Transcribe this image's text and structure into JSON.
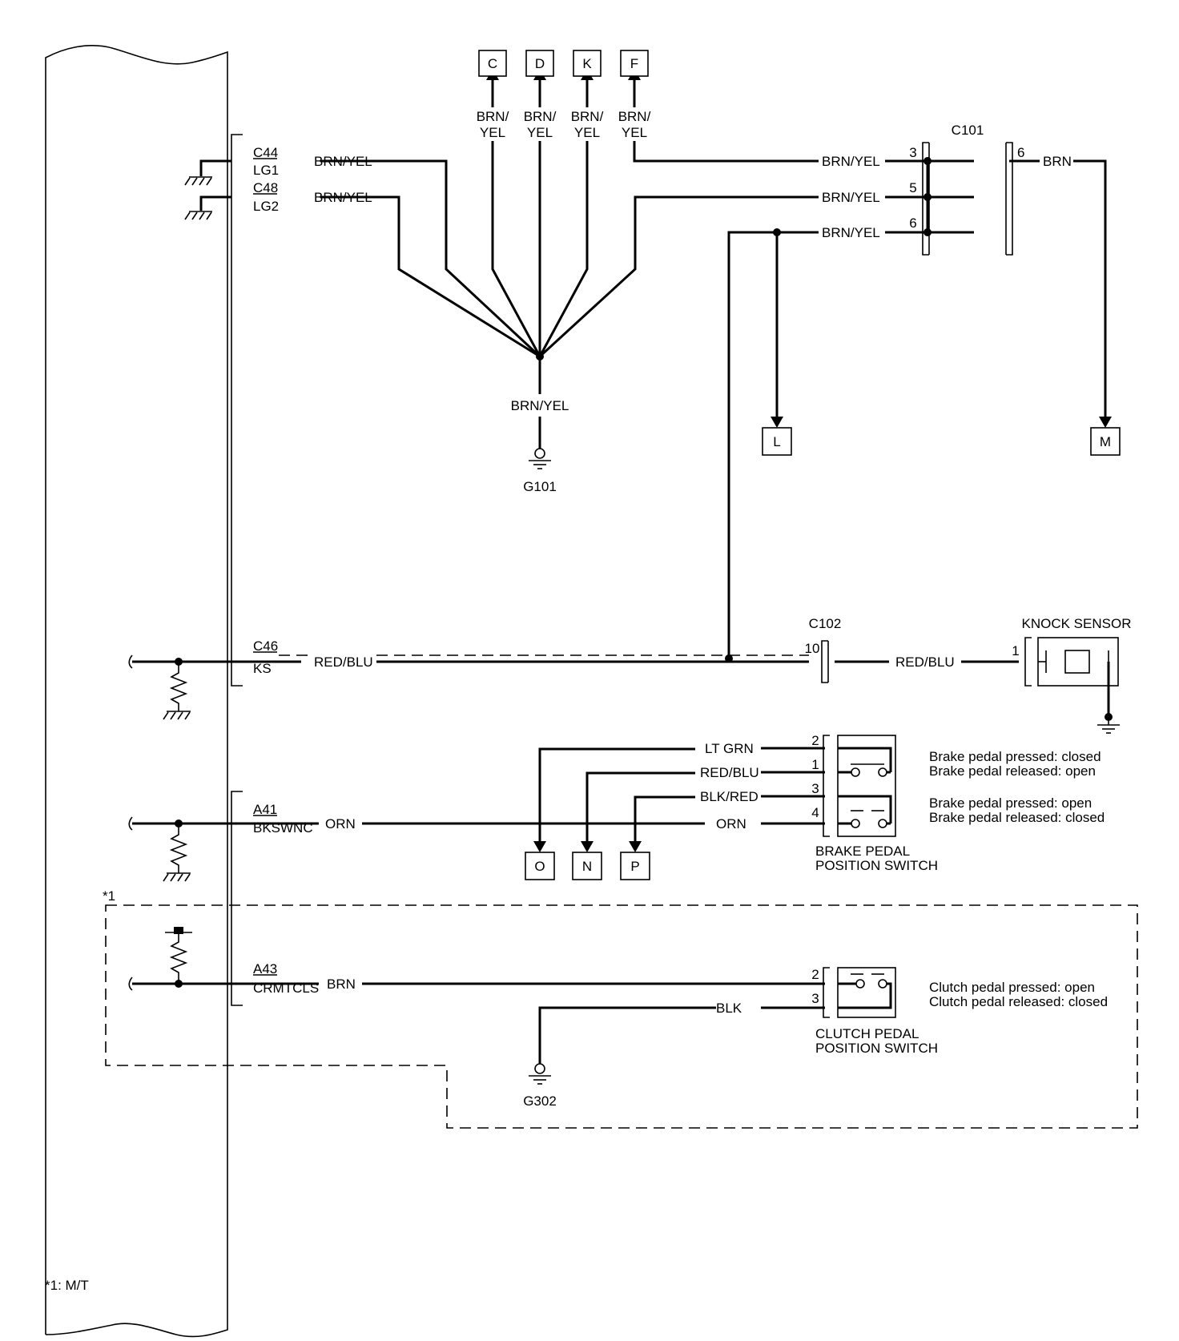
{
  "ecm": {
    "pins": [
      {
        "id": "C44",
        "name": "LG1"
      },
      {
        "id": "C48",
        "name": "LG2"
      },
      {
        "id": "C46",
        "name": "KS"
      },
      {
        "id": "A41",
        "name": "BKSWNC"
      },
      {
        "id": "A43",
        "name": "CRMTCLS"
      }
    ]
  },
  "wires": {
    "c44": "BRN/YEL",
    "c48": "BRN/YEL",
    "c46": "RED/BLU",
    "a41_left": "ORN",
    "a43": "BRN",
    "brake_p2": "LT GRN",
    "brake_p1": "RED/BLU",
    "brake_p3": "BLK/RED",
    "brake_p4": "ORN",
    "clutch_p3": "BLK",
    "ks_right": "RED/BLU",
    "c101_in3": "BRN/YEL",
    "c101_in5": "BRN/YEL",
    "c101_in6": "BRN/YEL",
    "c101_out": "BRN",
    "ground_g101": "BRN/YEL"
  },
  "upper": {
    "branches": [
      {
        "letter": "C",
        "wire": [
          "BRN/",
          "YEL"
        ]
      },
      {
        "letter": "D",
        "wire": [
          "BRN/",
          "YEL"
        ]
      },
      {
        "letter": "K",
        "wire": [
          "BRN/",
          "YEL"
        ]
      },
      {
        "letter": "F",
        "wire": [
          "BRN/",
          "YEL"
        ]
      }
    ]
  },
  "connectors": {
    "c101": {
      "label": "C101",
      "in_pins": [
        "3",
        "5",
        "6"
      ],
      "out_pin": "6"
    },
    "c102": {
      "label": "C102",
      "pin": "10"
    }
  },
  "grounds": {
    "g101": "G101",
    "g302": "G302"
  },
  "refs": {
    "L": "L",
    "M": "M",
    "O": "O",
    "N": "N",
    "P": "P"
  },
  "knock_sensor": {
    "label": "KNOCK SENSOR",
    "pin": "1"
  },
  "brake_switch": {
    "title": [
      "BRAKE PEDAL",
      "POSITION SWITCH"
    ],
    "pins": [
      "2",
      "1",
      "3",
      "4"
    ],
    "notes": [
      "Brake pedal pressed: closed",
      "Brake pedal released: open",
      "Brake pedal pressed: open",
      "Brake pedal released: closed"
    ]
  },
  "clutch_switch": {
    "title": [
      "CLUTCH PEDAL",
      "POSITION SWITCH"
    ],
    "pins": [
      "2",
      "3"
    ],
    "notes": [
      "Clutch pedal pressed: open",
      "Clutch pedal released: closed"
    ]
  },
  "footnote": {
    "marker": "*1",
    "legend": "*1: M/T"
  }
}
